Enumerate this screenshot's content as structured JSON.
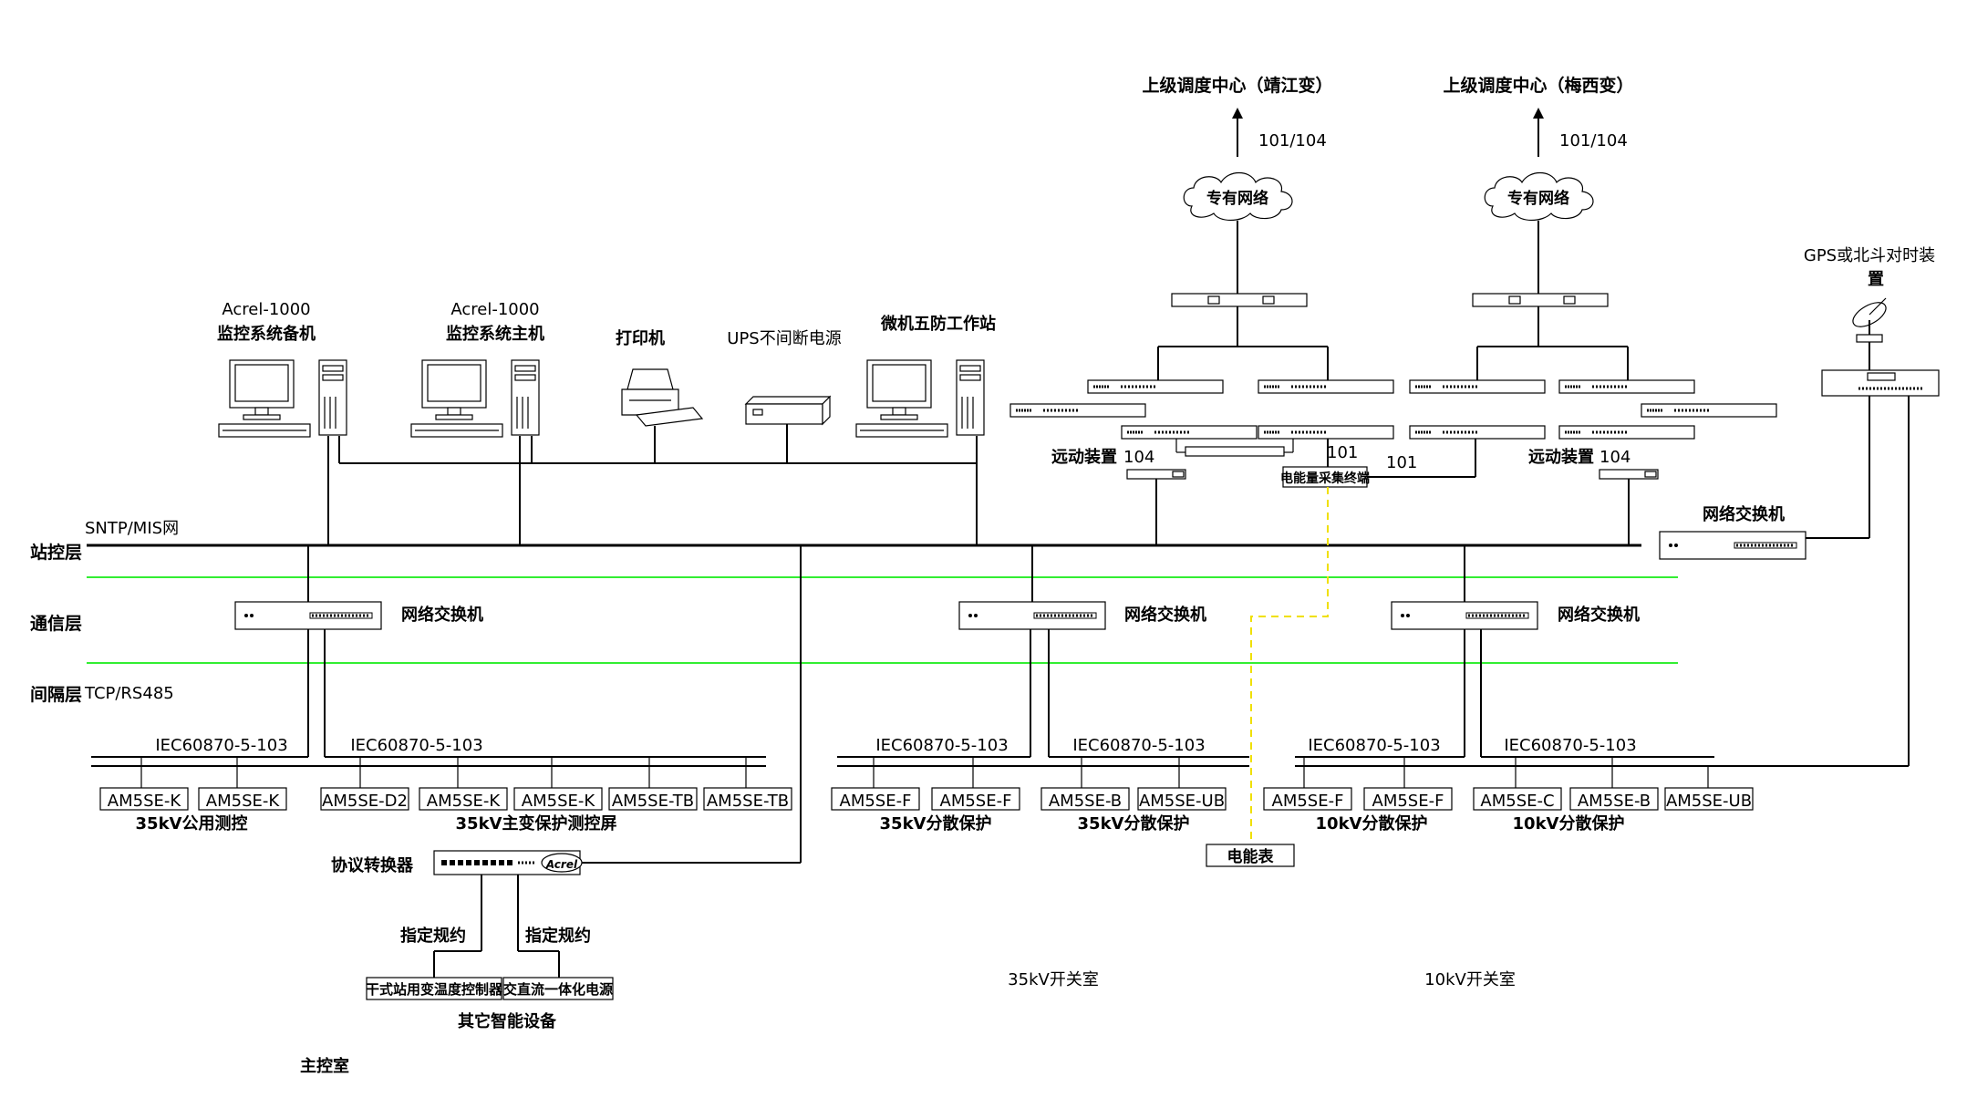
{
  "layers": {
    "station": "站控层",
    "comm": "通信层",
    "bay": "间隔层",
    "sntp": "SNTP/MIS网",
    "tcp": "TCP/RS485"
  },
  "dispatch": {
    "left": {
      "title": "上级调度中心（靖江变）",
      "protocol": "101/104",
      "network": "专有网络"
    },
    "right": {
      "title": "上级调度中心（梅西变）",
      "protocol": "101/104",
      "network": "专有网络"
    }
  },
  "station_devices": {
    "backup_model": "Acrel-1000",
    "backup_name": "监控系统备机",
    "host_model": "Acrel-1000",
    "host_name": "监控系统主机",
    "printer": "打印机",
    "ups": "UPS不间断电源",
    "wufang": "微机五防工作站"
  },
  "telecontrol": {
    "left_label": "远动装置",
    "left_proto": "104",
    "mid_proto1": "101",
    "mid_proto2": "101",
    "right_label": "远动装置",
    "right_proto": "104",
    "energy_terminal": "电能量采集终端"
  },
  "gps": {
    "line1": "GPS或北斗对时装",
    "line2": "置"
  },
  "switches": {
    "top_right": "网络交换机",
    "s1": "网络交换机",
    "s2": "网络交换机",
    "s3": "网络交换机"
  },
  "iec": [
    "IEC60870-5-103",
    "IEC60870-5-103",
    "IEC60870-5-103",
    "IEC60870-5-103",
    "IEC60870-5-103",
    "IEC60870-5-103"
  ],
  "bay_devices": [
    "AM5SE-K",
    "AM5SE-K",
    "AM5SE-D2",
    "AM5SE-K",
    "AM5SE-K",
    "AM5SE-TB",
    "AM5SE-TB",
    "AM5SE-F",
    "AM5SE-F",
    "AM5SE-B",
    "AM5SE-UB",
    "AM5SE-F",
    "AM5SE-F",
    "AM5SE-C",
    "AM5SE-B",
    "AM5SE-UB"
  ],
  "groups": [
    "35kV公用测控",
    "35kV主变保护测控屏",
    "35kV分散保护",
    "35kV分散保护",
    "10kV分散保护",
    "10kV分散保护"
  ],
  "energy_meter": "电能表",
  "converter": {
    "label": "协议转换器",
    "brand": "Acrel",
    "rule1": "指定规约",
    "rule2": "指定规约",
    "dev1": "干式站用变温度控制器",
    "dev2": "交直流一体化电源",
    "others": "其它智能设备"
  },
  "rooms": {
    "main": "主控室",
    "r35": "35kV开关室",
    "r10": "10kV开关室"
  }
}
